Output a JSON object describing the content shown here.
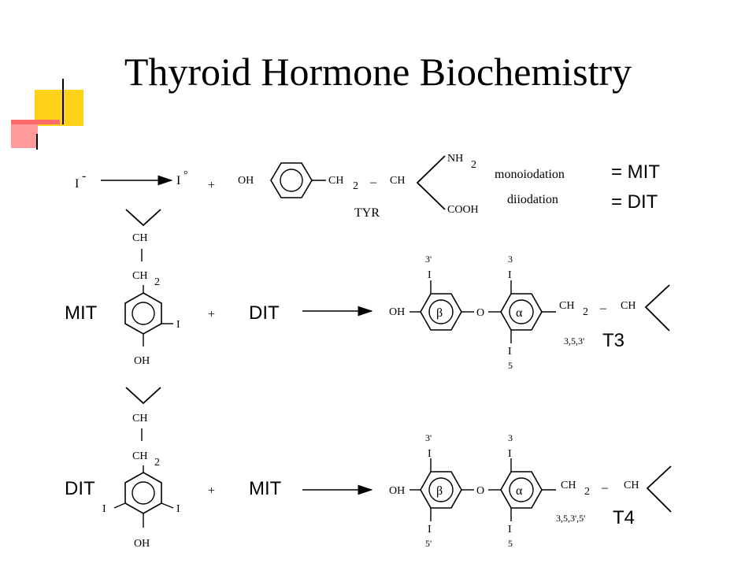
{
  "slide": {
    "title": "Thyroid Hormone Biochemistry"
  },
  "colors": {
    "accent_yellow": "#ffd21a",
    "accent_red": "#ff6a6a",
    "accent_pink": "#ff9a9a"
  },
  "row1": {
    "iodide": "I",
    "minus": "-",
    "iodine": "I",
    "radical": "°",
    "plus": "+",
    "oh": "OH",
    "ch2_ch": "CH",
    "two": "2",
    "dash": "–",
    "ch": "CH",
    "nh2": "NH",
    "cooh": "COOH",
    "tyr": "TYR",
    "monoiodation": "monoiodation",
    "eq1": "= MIT",
    "diiodation": "diiodation",
    "eq2": "= DIT"
  },
  "row2": {
    "ch": "CH",
    "ch2": "CH",
    "two": "2",
    "mit": "MIT",
    "i": "I",
    "oh": "OH",
    "plus": "+",
    "dit": "DIT",
    "oh_prod": "OH",
    "beta": "β",
    "o": "O",
    "alpha": "α",
    "pos3p": "3'",
    "pos3": "3",
    "pos5": "5",
    "ch2_prod": "CH",
    "dash": "–",
    "ch_prod": "CH",
    "numbering": "3,5,3'",
    "product": "T3"
  },
  "row3": {
    "ch": "CH",
    "ch2": "CH",
    "two": "2",
    "dit": "DIT",
    "i": "I",
    "oh": "OH",
    "plus": "+",
    "mit": "MIT",
    "oh_prod": "OH",
    "beta": "β",
    "o": "O",
    "alpha": "α",
    "pos3p": "3'",
    "pos3": "3",
    "pos5p": "5'",
    "pos5": "5",
    "ch2_prod": "CH",
    "dash": "–",
    "ch_prod": "CH",
    "numbering": "3,5,3',5'",
    "product": "T4"
  }
}
